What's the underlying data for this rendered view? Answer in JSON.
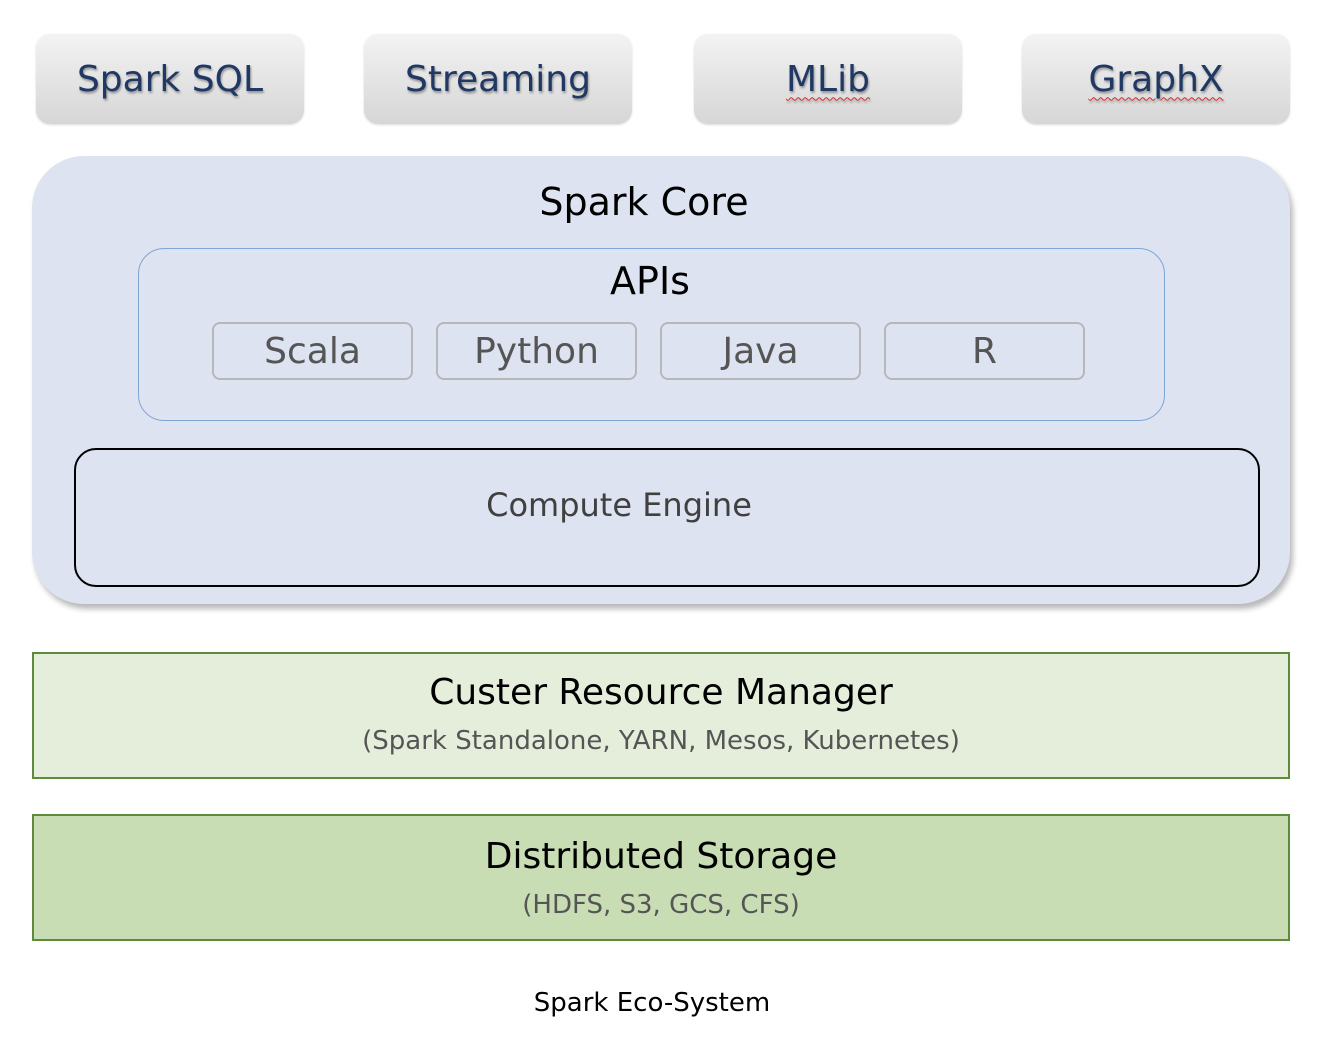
{
  "libraries": [
    {
      "label": "Spark SQL"
    },
    {
      "label": "Streaming"
    },
    {
      "label": "MLib"
    },
    {
      "label": "GraphX"
    }
  ],
  "core": {
    "title": "Spark Core",
    "apis": {
      "title": "APIs",
      "languages": [
        "Scala",
        "Python",
        "Java",
        "R"
      ]
    },
    "engine": "Compute Engine"
  },
  "cluster_manager": {
    "title": "Custer Resource Manager",
    "subtitle": "(Spark Standalone, YARN, Mesos, Kubernetes)"
  },
  "storage": {
    "title": "Distributed Storage",
    "subtitle": "(HDFS, S3, GCS, CFS)"
  },
  "caption": "Spark Eco-System",
  "colors": {
    "library_text": "#1f3864",
    "core_fill": "#dde3f1",
    "cluster_fill": "#e5eedb",
    "storage_fill": "#c9ddb5",
    "layer_border": "#5e8a3c"
  }
}
